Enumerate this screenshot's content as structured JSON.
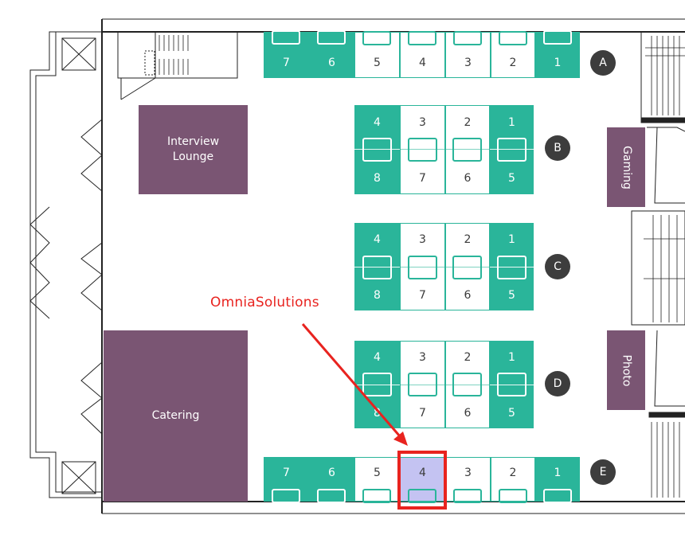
{
  "rooms": {
    "interview_lounge": "Interview\nLounge",
    "catering": "Catering",
    "gaming": "Gaming",
    "photo": "Photo"
  },
  "rows": {
    "A": {
      "label": "A",
      "booths": [
        "7",
        "6",
        "5",
        "4",
        "3",
        "2",
        "1"
      ]
    },
    "B": {
      "label": "B",
      "top": [
        "4",
        "3",
        "2",
        "1"
      ],
      "bottom": [
        "8",
        "7",
        "6",
        "5"
      ]
    },
    "C": {
      "label": "C",
      "top": [
        "4",
        "3",
        "2",
        "1"
      ],
      "bottom": [
        "8",
        "7",
        "6",
        "5"
      ]
    },
    "D": {
      "label": "D",
      "top": [
        "4",
        "3",
        "2",
        "1"
      ],
      "bottom": [
        "8",
        "7",
        "6",
        "5"
      ]
    },
    "E": {
      "label": "E",
      "booths": [
        "7",
        "6",
        "5",
        "4",
        "3",
        "2",
        "1"
      ]
    }
  },
  "annotation": {
    "text": "OmniaSolutions",
    "target_row": "E",
    "target_booth": "4"
  },
  "colors": {
    "booth_teal": "#2ab59a",
    "room_purple": "#7a5573",
    "highlight_fill": "#c4c3f2",
    "annotation_red": "#e8231f",
    "row_label_bg": "#3d3d3d"
  }
}
